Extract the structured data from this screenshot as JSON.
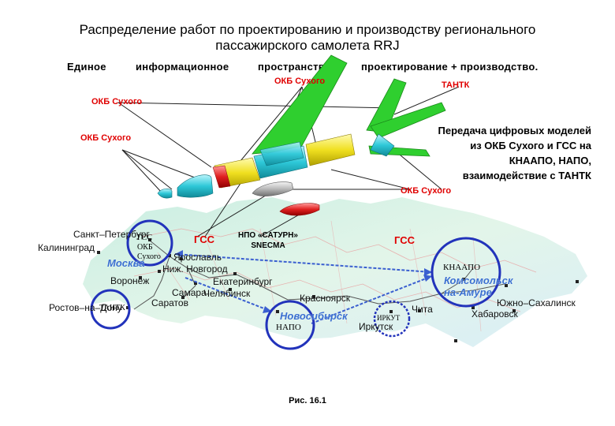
{
  "title_line1": "Распределение работ по проектированию и производству регионального",
  "title_line2": "пассажирского самолета RRJ",
  "info_words": [
    "Единое",
    "информационное",
    "пространство:",
    "проектирование  +  производство."
  ],
  "labels": {
    "okb_top": "ОКБ Сухого",
    "tantk": "ТАНТК",
    "okb_left1": "ОКБ Сухого",
    "okb_left2": "ОКБ Сухого",
    "okb_right": "ОКБ Сухого"
  },
  "note": [
    "Передача цифровых моделей",
    "из ОКБ Сухого и ГСС на",
    "КНААПО, НАПО,",
    "взаимодействие с ТАНТК"
  ],
  "map": {
    "cities": [
      "Санкт–Петербург",
      "Калининград",
      "Москва",
      "Ярославль",
      "Ниж. Новгород",
      "Воронеж",
      "Самара",
      "Саратов",
      "Ростов–на–Дону",
      "Екатеринбург",
      "Челябинск",
      "Красноярск",
      "Новосибирск",
      "Иркутск",
      "Чита",
      "Комсомольск на-Амуре",
      "Южно–Сахалинск",
      "Хабаровск"
    ],
    "gss_left": "ГСС",
    "gss_right": "ГСС",
    "npo_line1": "НПО «САТУРН»",
    "npo_line2": "SNECMA",
    "circle_spb": [
      "ГСС",
      "ОКБ",
      "Сухого"
    ],
    "circle_rostov": "ТАНТК",
    "napo": "НАПО",
    "knaapo": "КНААПО",
    "irkut": "ИРКУТ"
  },
  "figure_caption": "Рис. 16.1",
  "colors": {
    "green": "#2fcf2f",
    "cyan": "#2ec8d8",
    "yellow": "#f0e020",
    "red": "#e00000",
    "blue": "#2233bb"
  }
}
